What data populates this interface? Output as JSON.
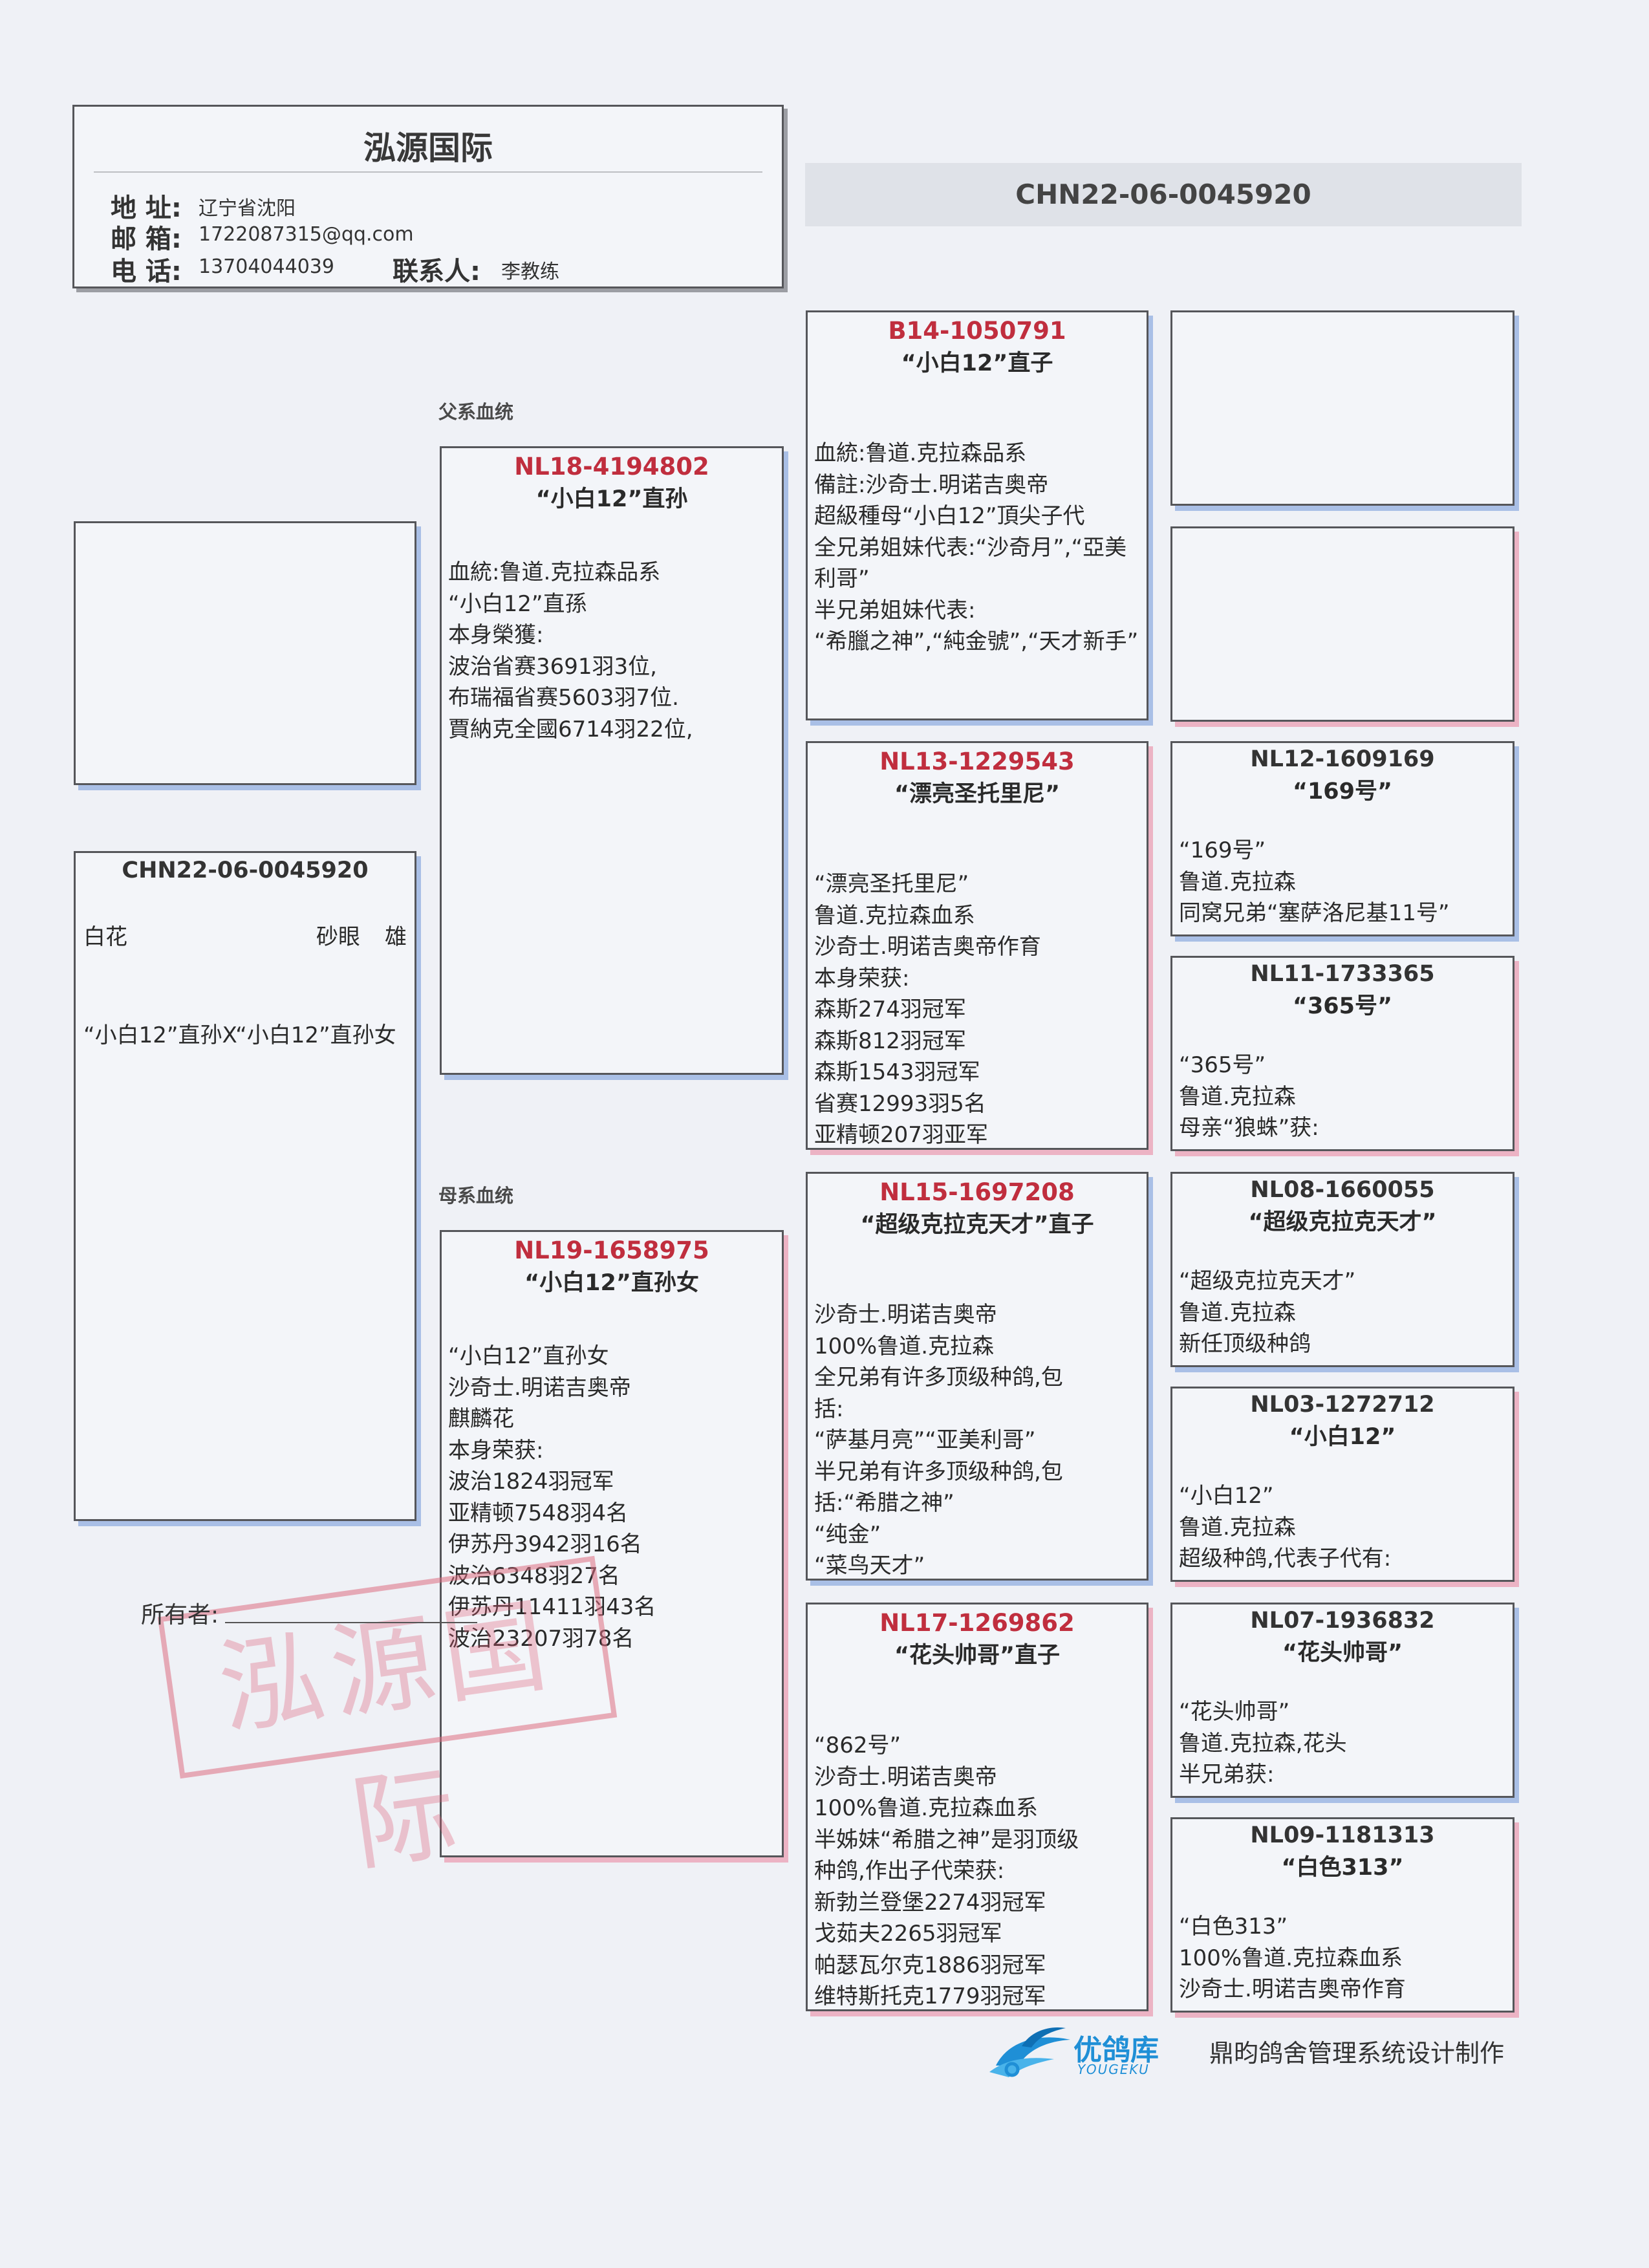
{
  "header": {
    "title": "泓源国际",
    "address_label": "地 址:",
    "address": "辽宁省沈阳",
    "email_label": "邮 箱:",
    "email": "1722087315@qq.com",
    "phone_label": "电 话:",
    "phone": "13704044039",
    "contact_label": "联系人:",
    "contact": "李教练"
  },
  "main_ring": "CHN22-06-0045920",
  "sections": {
    "sire": "父系血统",
    "dam": "母系血统"
  },
  "subject": {
    "ring": "CHN22-06-0045920",
    "color": "白花",
    "eye": "砂眼",
    "sex": "雄",
    "note": "“小白12”直孙X“小白12”直孙女"
  },
  "sire": {
    "ring": "NL18-4194802",
    "name": "“小白12”直孙",
    "lines": [
      "血統:鲁道.克拉森品系",
      "“小白12”直孫",
      "本身榮獲:",
      "波治省赛3691羽3位,",
      "布瑞福省赛5603羽7位.",
      "賈納克全國6714羽22位,"
    ]
  },
  "dam": {
    "ring": "NL19-1658975",
    "name": "“小白12”直孙女",
    "lines": [
      "“小白12”直孙女",
      "沙奇士.明诺吉奥帝",
      "麒麟花",
      "本身荣获:",
      "波治1824羽冠军",
      "亚精顿7548羽4名",
      "伊苏丹3942羽16名",
      "波治6348羽27名",
      "伊苏丹11411羽43名",
      "波治23207羽78名"
    ]
  },
  "gp_ss": {
    "ring": "B14-1050791",
    "name": "“小白12”直子",
    "lines": [
      "血統:鲁道.克拉森品系",
      "備註:沙奇士.明诺吉奥帝",
      "超級種母“小白12”頂尖子代",
      "全兄弟姐妹代表:“沙奇月”,“亞美",
      "利哥”",
      "半兄弟姐妹代表:",
      "“希臘之神”,“純金號”,“天才新手”"
    ]
  },
  "gp_sd": {
    "ring": "NL13-1229543",
    "name": "“漂亮圣托里尼”",
    "lines": [
      "“漂亮圣托里尼”",
      "鲁道.克拉森血系",
      "沙奇士.明诺吉奥帝作育",
      "本身荣获:",
      "森斯274羽冠军",
      "森斯812羽冠军",
      "森斯1543羽冠军",
      "省赛12993羽5名",
      "亚精顿207羽亚军"
    ]
  },
  "gp_ds": {
    "ring": "NL15-1697208",
    "name": "“超级克拉克天才”直子",
    "lines": [
      "沙奇士.明诺吉奥帝",
      "100%鲁道.克拉森",
      "全兄弟有许多顶级种鸽,包",
      "括:",
      "“萨基月亮”“亚美利哥”",
      "半兄弟有许多顶级种鸽,包",
      "括:“希腊之神”",
      "“纯金”",
      "“菜鸟天才”"
    ]
  },
  "gp_dd": {
    "ring": "NL17-1269862",
    "name": "“花头帅哥”直子",
    "lines": [
      "“862号”",
      "沙奇士.明诺吉奥帝",
      "100%鲁道.克拉森血系",
      "半姊妹“希腊之神”是羽顶级",
      "种鸽,作出子代荣获:",
      "新勃兰登堡2274羽冠军",
      "戈茹夫2265羽冠军",
      "帕瑟瓦尔克1886羽冠军",
      "维特斯托克1779羽冠军"
    ]
  },
  "ggp": [
    {
      "ring": "",
      "name": "",
      "lines": []
    },
    {
      "ring": "",
      "name": "",
      "lines": []
    },
    {
      "ring": "NL12-1609169",
      "name": "“169号”",
      "lines": [
        "“169号”",
        "鲁道.克拉森",
        "同窝兄弟“塞萨洛尼基11号”"
      ]
    },
    {
      "ring": "NL11-1733365",
      "name": "“365号”",
      "lines": [
        "“365号”",
        "鲁道.克拉森",
        "母亲“狼蛛”获:"
      ]
    },
    {
      "ring": "NL08-1660055",
      "name": "“超级克拉克天才”",
      "lines": [
        "“超级克拉克天才”",
        "鲁道.克拉森",
        "新任顶级种鸽"
      ]
    },
    {
      "ring": "NL03-1272712",
      "name": "“小白12”",
      "lines": [
        "“小白12”",
        "鲁道.克拉森",
        "超级种鸽,代表子代有:"
      ]
    },
    {
      "ring": "NL07-1936832",
      "name": "“花头帅哥”",
      "lines": [
        "“花头帅哥”",
        "鲁道.克拉森,花头",
        "半兄弟获:"
      ]
    },
    {
      "ring": "NL09-1181313",
      "name": "“白色313”",
      "lines": [
        "“白色313”",
        "100%鲁道.克拉森血系",
        "沙奇士.明诺吉奥帝作育"
      ]
    }
  ],
  "owner_label": "所有者:",
  "stamp_text": "泓源国际",
  "footer": {
    "brand_cn": "优鸽库",
    "brand_en": "YOUGEKU",
    "credit": "鼎昀鸽舍管理系统设计制作",
    "logo_color": "#1f8fd6"
  }
}
